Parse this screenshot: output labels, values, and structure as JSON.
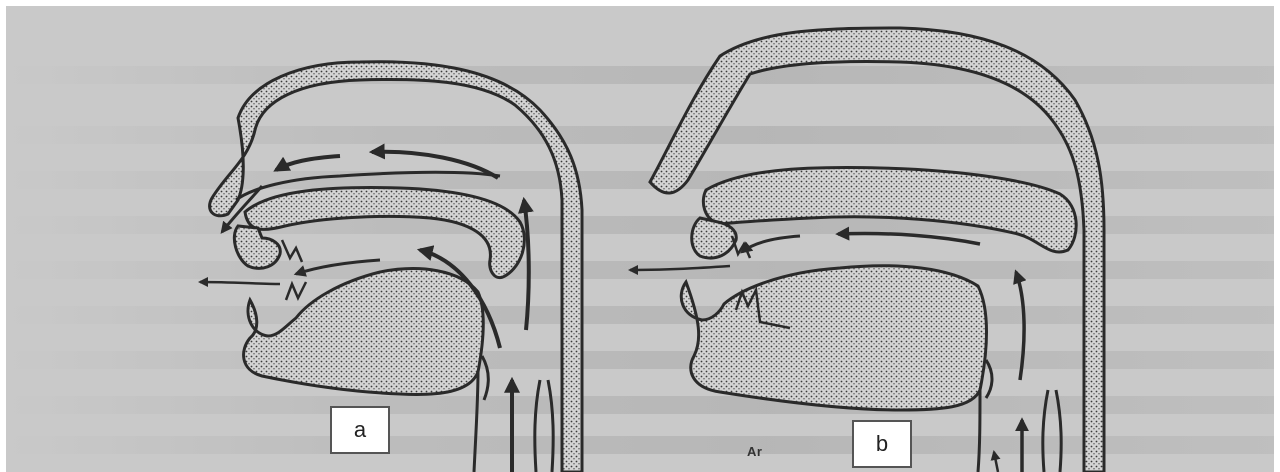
{
  "figure": {
    "panel_a_label": "a",
    "panel_b_label": "b",
    "air_label": "Ar"
  },
  "colors": {
    "paper": "#c9c9c9",
    "ink": "#2a2a2a",
    "stipple": "#3a3a3a"
  }
}
